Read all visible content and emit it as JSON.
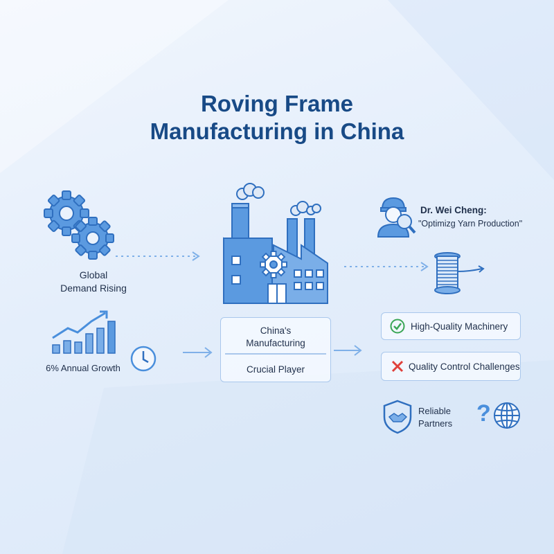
{
  "title_line1": "Roving Frame",
  "title_line2": "Manufacturing in China",
  "demand": {
    "line1": "Global",
    "line2": "Demand Rising"
  },
  "growth": {
    "label": "6% Annual Growth"
  },
  "china_box": {
    "line1": "China's",
    "line2": "Manufacturing",
    "sub": "Crucial Player"
  },
  "expert": {
    "name": "Dr. Wei Cheng:",
    "quote": "\"Optimizg Yarn Production\""
  },
  "pros": {
    "label": "High-Quality Machinery"
  },
  "cons": {
    "label": "Quality Control Challenges"
  },
  "partners": {
    "line1": "Reliable",
    "line2": "Partners"
  },
  "colors": {
    "primary": "#184a86",
    "accent": "#4a8fdc",
    "check": "#3aa655",
    "cross": "#e0403a"
  }
}
